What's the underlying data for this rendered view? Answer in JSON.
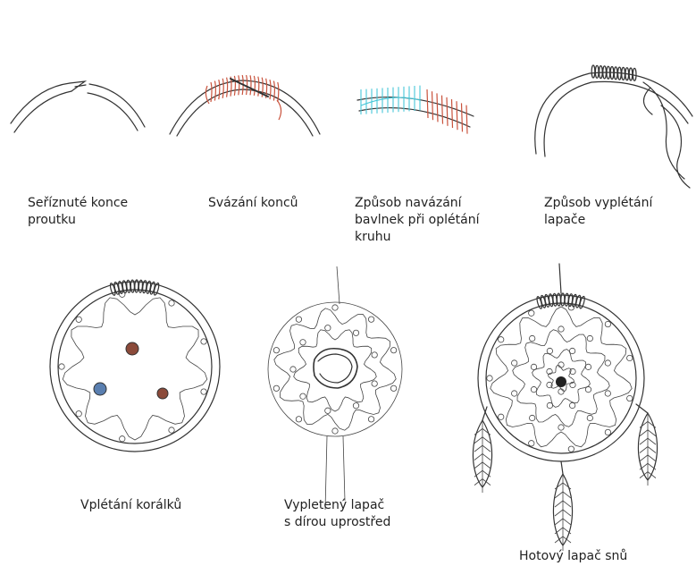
{
  "steps": [
    {
      "caption": "Seříznuté konce\nproutku"
    },
    {
      "caption": "Svázání konců"
    },
    {
      "caption": "Způsob navázání\nbavlnek při oplétání\nkruhu"
    },
    {
      "caption": "Způsob vyplétání lapače"
    },
    {
      "caption": "Vplétání korálků"
    },
    {
      "caption": "Vypletený lapač\ns dírou uprostřed"
    },
    {
      "caption": "Hotový lapač snů"
    }
  ],
  "colors": {
    "ink": "#333333",
    "binding_red": "#c9533d",
    "binding_cyan": "#48c7d8",
    "bead": "#8b4a3a"
  }
}
